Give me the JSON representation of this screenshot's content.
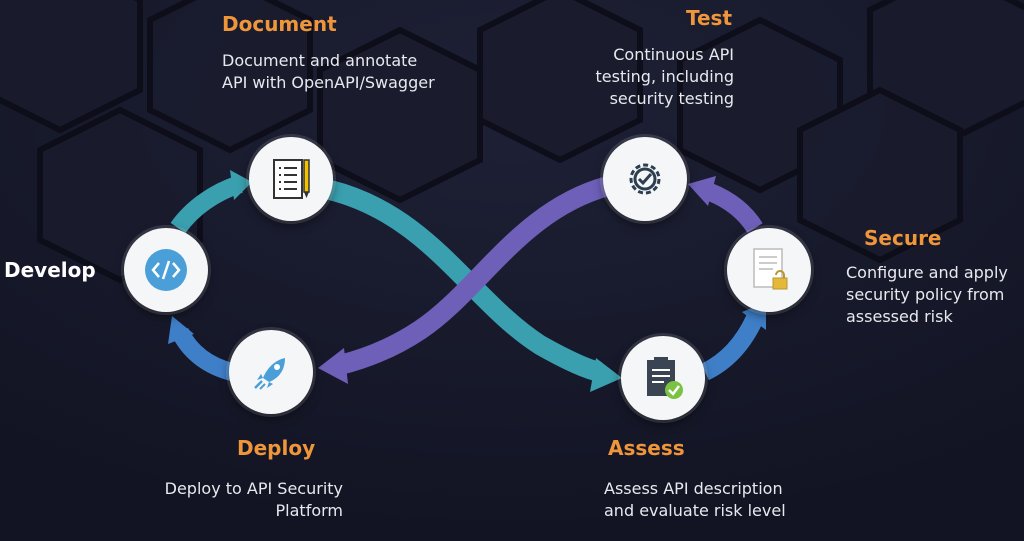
{
  "stages": {
    "develop": {
      "title": "Develop",
      "icon": "code-icon"
    },
    "document": {
      "title": "Document",
      "desc": [
        "Document and annotate",
        "API with OpenAPI/Swagger"
      ],
      "icon": "document-checklist-icon"
    },
    "test": {
      "title": "Test",
      "desc": [
        "Continuous API",
        "testing, including",
        "security testing"
      ],
      "icon": "gear-check-icon"
    },
    "secure": {
      "title": "Secure",
      "desc": [
        "Configure and apply",
        "security policy from",
        "assessed risk"
      ],
      "icon": "policy-lock-icon"
    },
    "assess": {
      "title": "Assess",
      "desc": [
        "Assess API description",
        "and evaluate risk level"
      ],
      "icon": "clipboard-check-icon"
    },
    "deploy": {
      "title": "Deploy",
      "desc": [
        "Deploy to API Security",
        "Platform"
      ],
      "icon": "rocket-icon"
    }
  },
  "colors": {
    "background": "#141626",
    "teal_arrow": "#3a9fae",
    "purple_arrow": "#6e5fb8",
    "blue_arrow": "#3f7fc8",
    "title_orange": "#f0963a"
  }
}
